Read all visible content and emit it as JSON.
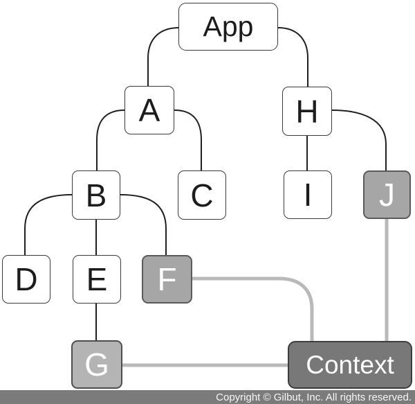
{
  "nodes": {
    "app": {
      "label": "App",
      "variant": "white"
    },
    "a": {
      "label": "A",
      "variant": "white"
    },
    "b": {
      "label": "B",
      "variant": "white"
    },
    "c": {
      "label": "C",
      "variant": "white"
    },
    "d": {
      "label": "D",
      "variant": "white"
    },
    "e": {
      "label": "E",
      "variant": "white"
    },
    "f": {
      "label": "F",
      "variant": "gray"
    },
    "g": {
      "label": "G",
      "variant": "light-gray"
    },
    "h": {
      "label": "H",
      "variant": "white"
    },
    "i": {
      "label": "I",
      "variant": "white"
    },
    "j": {
      "label": "J",
      "variant": "gray"
    },
    "context": {
      "label": "Context",
      "variant": "dark-gray"
    }
  },
  "edges": {
    "tree": [
      [
        "App",
        "A"
      ],
      [
        "App",
        "H"
      ],
      [
        "A",
        "B"
      ],
      [
        "A",
        "C"
      ],
      [
        "B",
        "D"
      ],
      [
        "B",
        "E"
      ],
      [
        "B",
        "F"
      ],
      [
        "E",
        "G"
      ],
      [
        "H",
        "I"
      ],
      [
        "H",
        "J"
      ]
    ],
    "context_links": [
      [
        "F",
        "Context"
      ],
      [
        "G",
        "Context"
      ],
      [
        "J",
        "Context"
      ]
    ]
  },
  "colors": {
    "node_white_fill": "#ffffff",
    "node_gray_fill": "#a6a6a6",
    "node_light_gray_fill": "#b4b4b4",
    "node_dark_gray_fill": "#787878",
    "node_border_dark": "#3a3a3a",
    "tree_edge": "#1f1f1f",
    "context_edge": "#b9b9b9",
    "footer_bg": "#7b7b7b",
    "footer_text": "#f7f7f7"
  },
  "footer": {
    "copyright": "Copyright © Gilbut, Inc. All rights reserved."
  }
}
